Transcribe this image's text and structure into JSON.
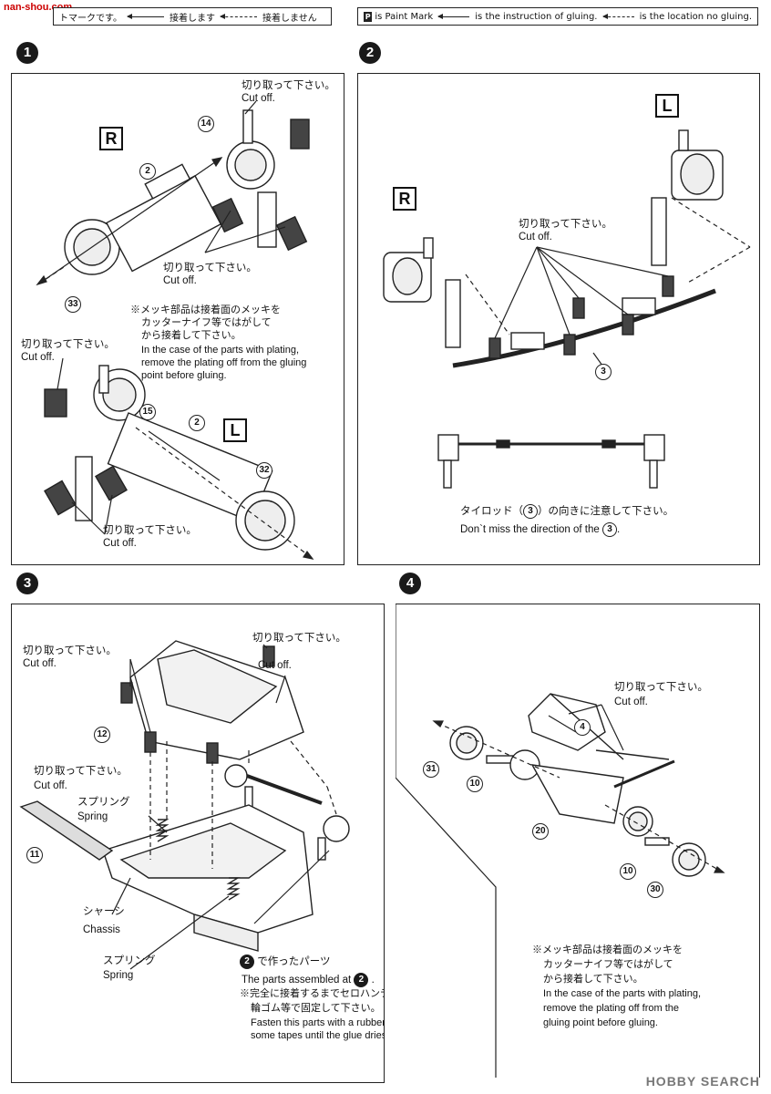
{
  "watermark": {
    "site": "nan-shou.com"
  },
  "legend_jp": {
    "mark": "トマークです。",
    "glue": "接着します",
    "no_glue": "接着しません"
  },
  "legend_en": {
    "mark_icon": "P",
    "mark": "is Paint Mark",
    "glue": "is the instruction of gluing.",
    "no_glue": "is the location no gluing."
  },
  "steps": [
    "1",
    "2",
    "3",
    "4"
  ],
  "step1": {
    "side_r": "R",
    "side_l": "L",
    "parts": {
      "p14": "14",
      "p2a": "2",
      "p33": "33",
      "p15": "15",
      "p2b": "2",
      "p32": "32"
    },
    "cut_jp": "切り取って下さい。",
    "cut_en": "Cut off.",
    "plating_note": [
      "※メッキ部品は接着面のメッキを",
      "カッターナイフ等ではがして",
      "から接着して下さい。",
      "In the case of the parts with plating,",
      "remove the plating off from the gluing",
      "point before gluing."
    ]
  },
  "step2": {
    "side_r": "R",
    "side_l": "L",
    "part3": "3",
    "cut_jp": "切り取って下さい。",
    "cut_en": "Cut off.",
    "direction_jp_before": "タイロッド（",
    "direction_jp_after": "）の向きに注意して下さい。",
    "direction_en_before": "Don`t miss the direction of the",
    "direction_en_after": ".",
    "direction_part": "3"
  },
  "step3": {
    "cut_jp": "切り取って下さい。",
    "cut_en": "Cut off.",
    "parts": {
      "p12": "12",
      "p11": "11"
    },
    "spring_jp": "スプリング",
    "spring_en": "Spring",
    "chassis_jp": "シャーシ",
    "chassis_en": "Chassis",
    "assembled_step": "2",
    "assembled_jp": "で作ったパーツ",
    "assembled_en": "The parts assembled at",
    "fasten_note": [
      "※完全に接着するまでセロハンテープや",
      "輪ゴム等で固定して下さい。",
      "Fasten this parts with a rubber band or",
      "some tapes until the glue dries."
    ]
  },
  "step4": {
    "cut_jp": "切り取って下さい。",
    "cut_en": "Cut off.",
    "parts": {
      "p4": "4",
      "p31": "31",
      "p10a": "10",
      "p20": "20",
      "p10b": "10",
      "p30": "30"
    },
    "plating_note": [
      "※メッキ部品は接着面のメッキを",
      "カッターナイフ等ではがして",
      "から接着して下さい。",
      "In the case of the parts with plating,",
      "remove the plating off from the",
      "gluing point before gluing."
    ]
  },
  "brand": "HOBBY SEARCH"
}
